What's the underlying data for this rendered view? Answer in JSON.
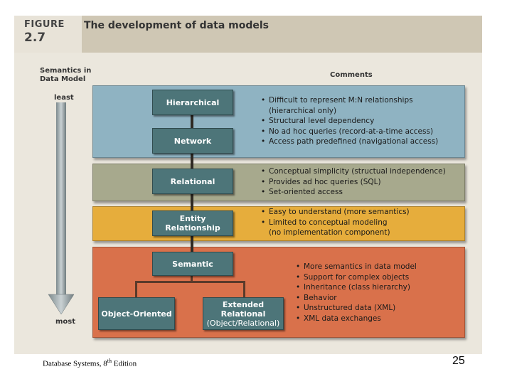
{
  "header": {
    "figure_label": "FIGURE",
    "figure_number": "2.7",
    "title": "The development of data models"
  },
  "axis": {
    "heading_line1": "Semantics in",
    "heading_line2": "Data Model",
    "top_label": "least",
    "bottom_label": "most"
  },
  "comments_heading": "Comments",
  "bands": {
    "band1_color": "#8fb3c2",
    "band2_color": "#a7a98d",
    "band3_color": "#e6ad3c",
    "band4_color": "#d9714b"
  },
  "models": {
    "hierarchical": "Hierarchical",
    "network": "Network",
    "relational": "Relational",
    "entity_relationship": "Entity Relationship",
    "semantic": "Semantic",
    "object_oriented": "Object-Oriented",
    "extended_relational_line1": "Extended Relational",
    "extended_relational_line2": "(Object/Relational)"
  },
  "comments": {
    "hier_net": [
      "Difficult to represent M:N relationships",
      "(hierarchical only)",
      "Structural level dependency",
      "No ad hoc queries (record-at-a-time access)",
      "Access path predefined (navigational access)"
    ],
    "relational": [
      "Conceptual simplicity (structual independence)",
      "Provides ad hoc queries (SQL)",
      "Set-oriented access"
    ],
    "er": [
      "Easy to understand (more semantics)",
      "Limited to conceptual modeling",
      "(no implementation component)"
    ],
    "semantic": [
      "More semantics in data model",
      "Support for complex objects",
      "Inheritance (class hierarchy)",
      "Behavior",
      "Unstructured data (XML)",
      "XML data exchanges"
    ]
  },
  "footer": {
    "text": "Database Systems, 8",
    "sup": "th",
    "text_after": " Edition",
    "page": "25"
  }
}
